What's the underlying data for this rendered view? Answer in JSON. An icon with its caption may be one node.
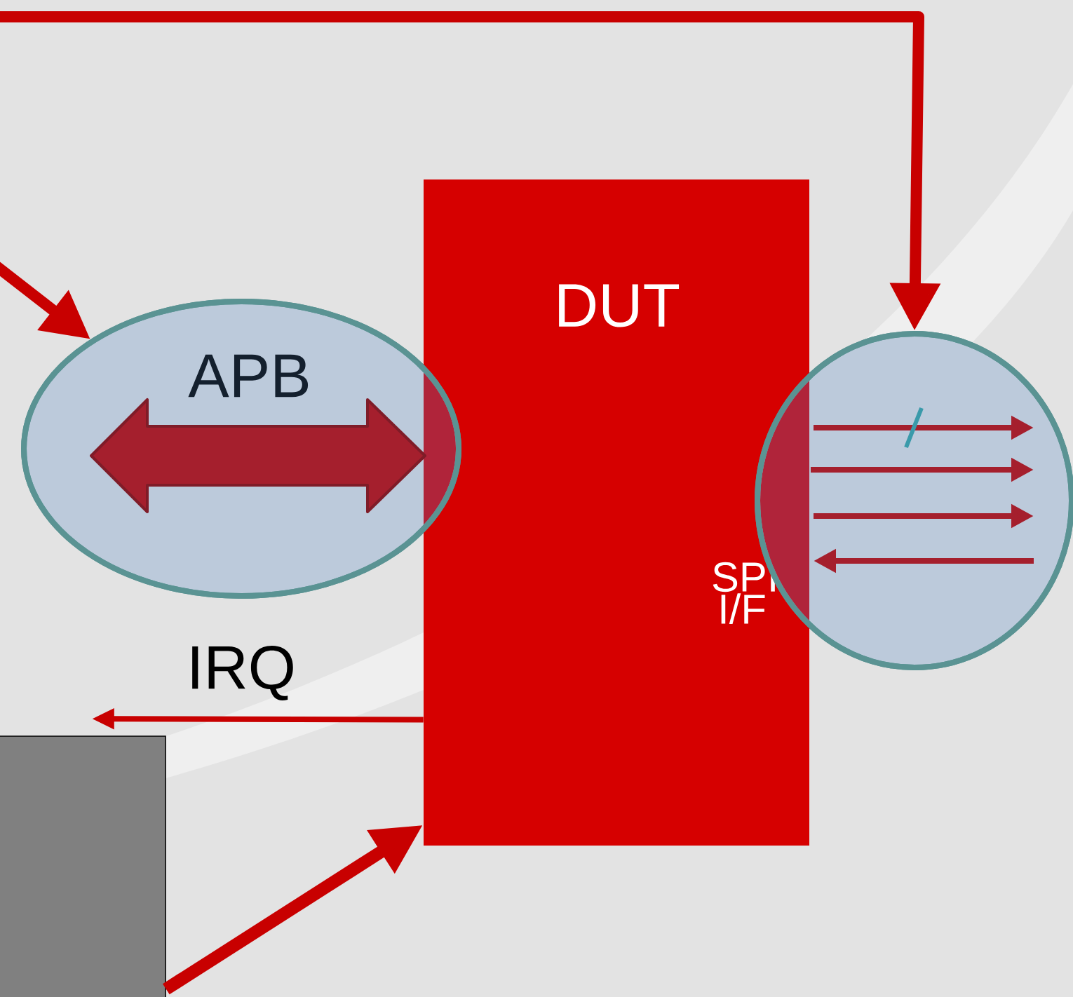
{
  "diagram": {
    "nodes": [
      {
        "text": [
          "DUT",
          "SPI I/F"
        ]
      },
      {
        "text": [
          "APB"
        ]
      },
      {
        "text": [],
        "shape": "circle"
      },
      {
        "text": [],
        "shape": "box"
      }
    ],
    "edges": [
      {
        "from": null,
        "to": 2,
        "arrow": "to"
      },
      {
        "from": null,
        "to": 1,
        "arrow": "to"
      },
      {
        "from": 0,
        "to": 3,
        "arrow": "to",
        "label": "IRQ"
      },
      {
        "from": 3,
        "to": 0,
        "arrow": "to"
      }
    ]
  }
}
